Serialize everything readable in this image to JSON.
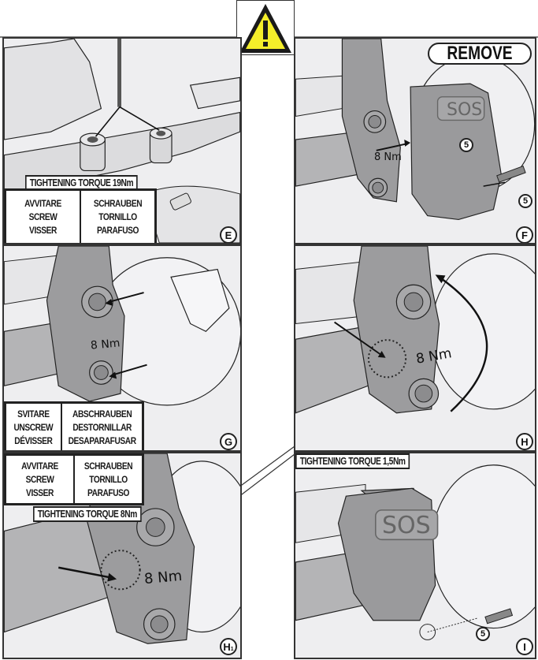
{
  "warning": {
    "icon": "warning-triangle-icon",
    "symbol": "!",
    "fill_color": "#f4ee2a",
    "stroke_color": "#1a1a1a"
  },
  "panels": {
    "E": {
      "step": "E",
      "torque_label": "TIGHTENING TORQUE 19Nm",
      "instructions": {
        "col1": [
          "AVVITARE",
          "SCREW",
          "VISSER"
        ],
        "col2": [
          "SCHRAUBEN",
          "TORNILLO",
          "PARAFUSO"
        ]
      }
    },
    "F": {
      "step": "F",
      "action_label": "REMOVE",
      "torque_text": "8 Nm",
      "device_label": "SOS",
      "part_number": "5",
      "screw_part_number": "5"
    },
    "G": {
      "step": "G",
      "torque_text": "8 Nm",
      "instructions": {
        "col1": [
          "SVITARE",
          "UNSCREW",
          "DÉVISSER"
        ],
        "col2": [
          "ABSCHRAUBEN",
          "DESTORNILLAR",
          "DESAPARAFUSAR"
        ]
      }
    },
    "H": {
      "step": "H",
      "torque_text": "8 Nm"
    },
    "H1": {
      "step": "H",
      "step_sub": "1",
      "torque_text": "8 Nm",
      "torque_label": "TIGHTENING TORQUE 8Nm",
      "instructions": {
        "col1": [
          "AVVITARE",
          "SCREW",
          "VISSER"
        ],
        "col2": [
          "SCHRAUBEN",
          "TORNILLO",
          "PARAFUSO"
        ]
      }
    },
    "I": {
      "step": "I",
      "torque_label": "TIGHTENING TORQUE 1,5Nm",
      "device_label": "SOS",
      "screw_part_number": "5"
    }
  }
}
